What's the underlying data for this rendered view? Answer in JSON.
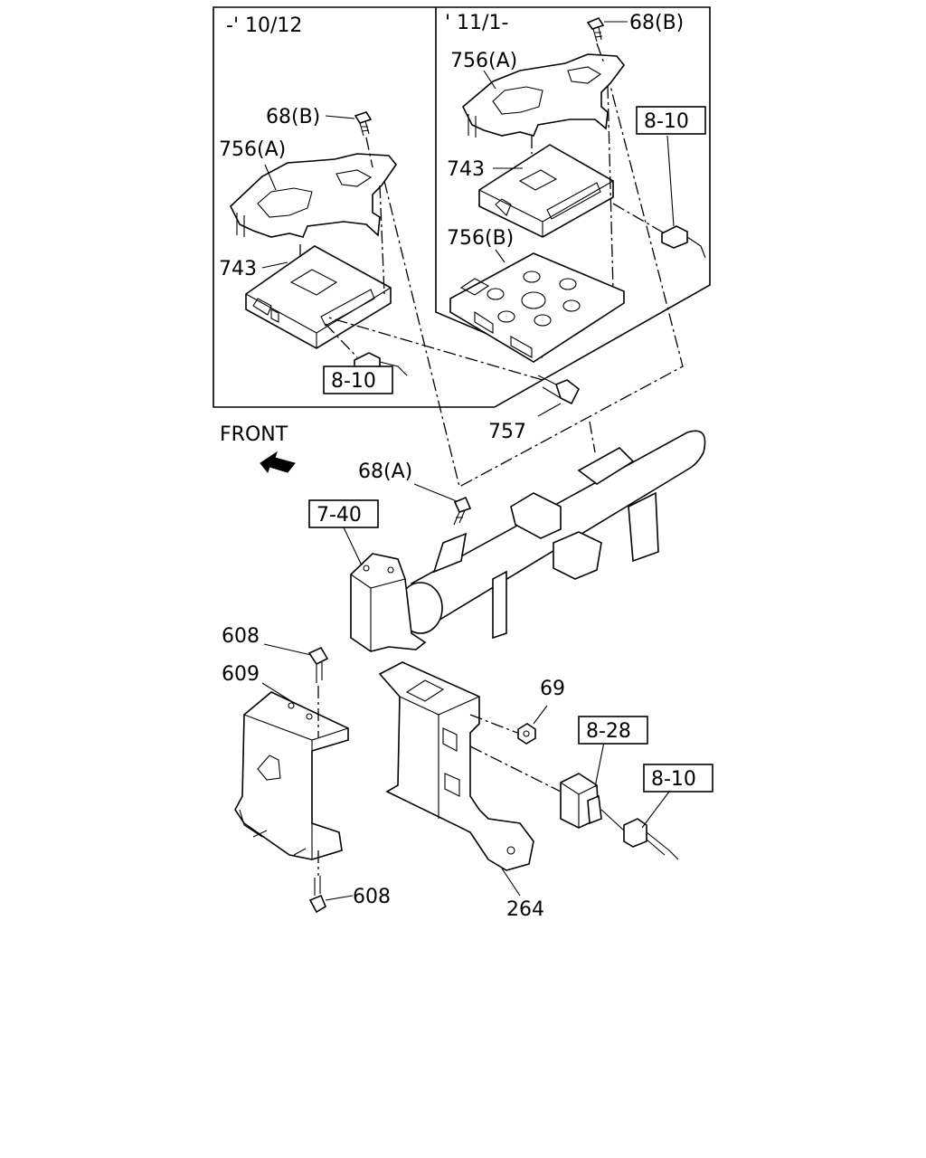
{
  "panels": {
    "early": {
      "date": "-' 10/12"
    },
    "late": {
      "date": "' 11/1-"
    }
  },
  "front_label": "FRONT",
  "callouts": {
    "p68b_early": "68(B)",
    "p756a_early": "756(A)",
    "p743_early": "743",
    "ref810_early": "8-10",
    "p68b_late": "68(B)",
    "p756a_late": "756(A)",
    "p743_late": "743",
    "p756b_late": "756(B)",
    "ref810_late": "8-10",
    "p757": "757",
    "p68a": "68(A)",
    "ref740": "7-40",
    "p608_top": "608",
    "p609": "609",
    "p69": "69",
    "ref828": "8-28",
    "ref810_bottom": "8-10",
    "p608_bottom": "608",
    "p264": "264"
  }
}
